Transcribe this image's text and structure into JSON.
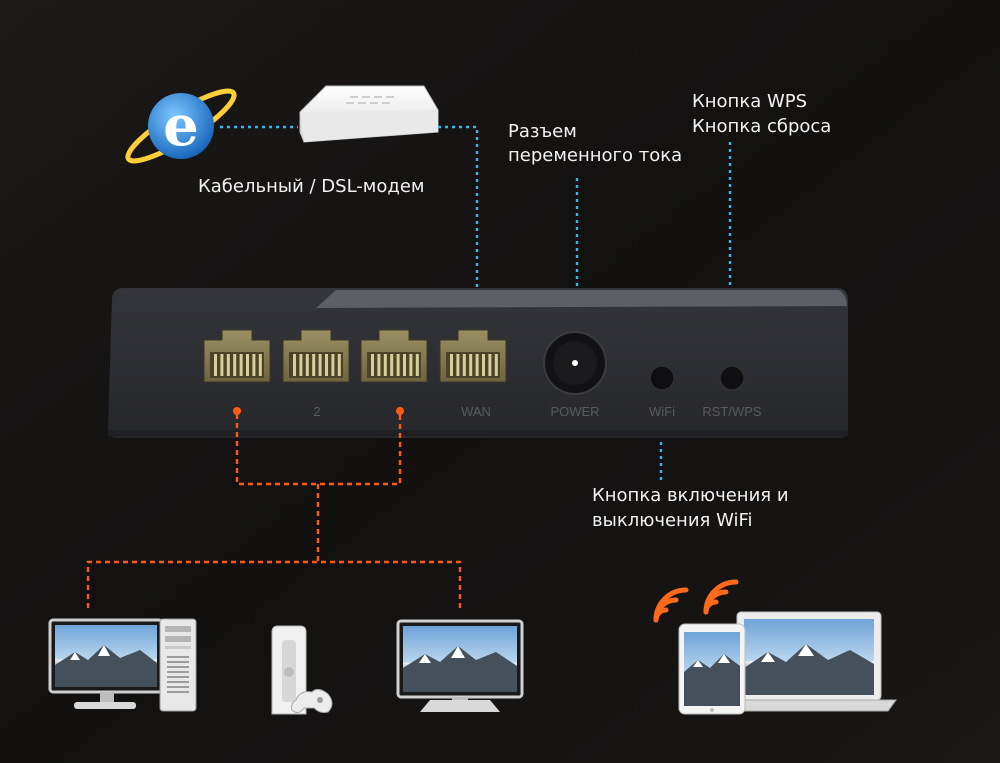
{
  "labels": {
    "modem": "Кабельный / DSL-модем",
    "ac_line1": "Разъем",
    "ac_line2": "переменного тока",
    "wps_line1": "Кнопка WPS",
    "wps_line2": "Кнопка сброса",
    "wifi_line1": "Кнопка включения и",
    "wifi_line2": "выключения WiFi"
  },
  "router": {
    "port_labels": [
      "",
      "2",
      "",
      "WAN"
    ],
    "power_label": "POWER",
    "wifi_label": "WiFi",
    "rst_label": "RST/WPS"
  },
  "colors": {
    "background": "#141212",
    "router_body": "#2a2b2f",
    "blue_line": "#3ab6e6",
    "orange_line": "#ff5a14",
    "wifi_signal": "#ff6a1a",
    "ie_icon": "#1f7fd6"
  },
  "icons": [
    "internet-explorer-icon",
    "modem-icon",
    "desktop-pc-icon",
    "game-console-icon",
    "tv-icon",
    "tablet-icon",
    "laptop-icon",
    "wifi-signal-icon"
  ]
}
